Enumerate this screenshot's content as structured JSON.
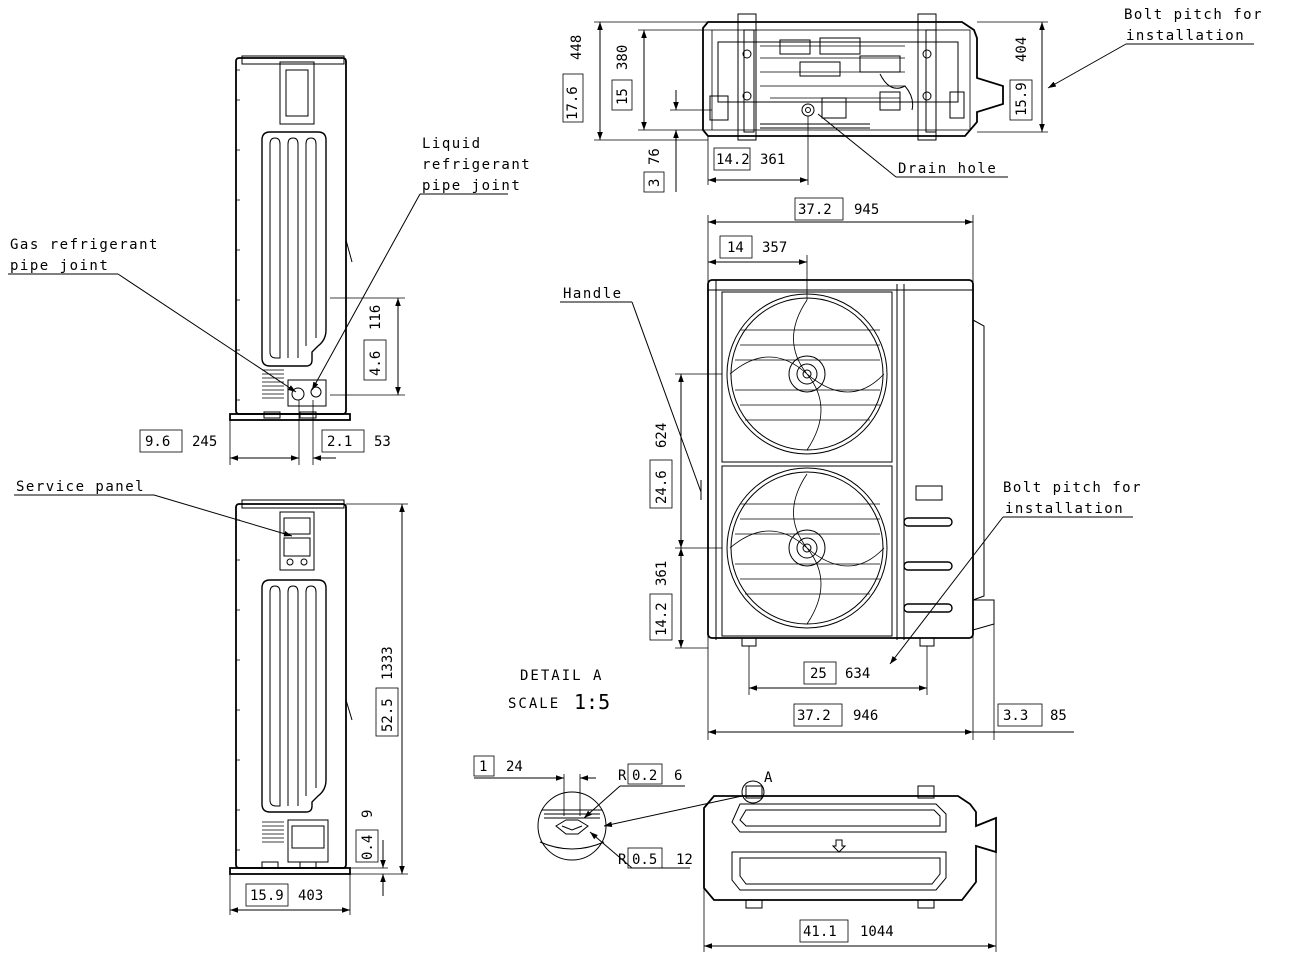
{
  "labels": {
    "bolt_pitch_top": [
      "Bolt pitch for",
      "installation"
    ],
    "drain_hole": "Drain hole",
    "liquid_pipe": [
      "Liquid",
      "refrigerant",
      "pipe joint"
    ],
    "gas_pipe": [
      "Gas refrigerant",
      "pipe joint"
    ],
    "handle": "Handle",
    "bolt_pitch_front": [
      "Bolt pitch for",
      "installation"
    ],
    "service_panel": "Service panel",
    "detail_title": "DETAIL A",
    "detail_scale_prefix": "SCALE",
    "detail_scale_value": "1:5",
    "detail_marker": "A"
  },
  "dimensions": {
    "top_448": {
      "inch": "17.6",
      "mm": "448"
    },
    "top_380": {
      "inch": "15",
      "mm": "380"
    },
    "top_76": {
      "inch": "3",
      "mm": "76"
    },
    "top_361": {
      "inch": "14.2",
      "mm": "361"
    },
    "top_404": {
      "inch": "15.9",
      "mm": "404"
    },
    "front_945": {
      "inch": "37.2",
      "mm": "945"
    },
    "front_357": {
      "inch": "14",
      "mm": "357"
    },
    "front_624": {
      "inch": "24.6",
      "mm": "624"
    },
    "front_361": {
      "inch": "14.2",
      "mm": "361"
    },
    "front_634": {
      "inch": "25",
      "mm": "634"
    },
    "front_946": {
      "inch": "37.2",
      "mm": "946"
    },
    "front_85": {
      "inch": "3.3",
      "mm": "85"
    },
    "side_116": {
      "inch": "4.6",
      "mm": "116"
    },
    "side_245": {
      "inch": "9.6",
      "mm": "245"
    },
    "side_53": {
      "inch": "2.1",
      "mm": "53"
    },
    "side_1333": {
      "inch": "52.5",
      "mm": "1333"
    },
    "side_9": {
      "inch": "0.4",
      "mm": "9"
    },
    "side_403": {
      "inch": "15.9",
      "mm": "403"
    },
    "detail_24": {
      "inch": "1",
      "mm": "24"
    },
    "detail_r6": {
      "prefix": "R",
      "inch": "0.2",
      "mm": "6"
    },
    "detail_r12": {
      "prefix": "R",
      "inch": "0.5",
      "mm": "12"
    },
    "bottom_1044": {
      "inch": "41.1",
      "mm": "1044"
    }
  }
}
